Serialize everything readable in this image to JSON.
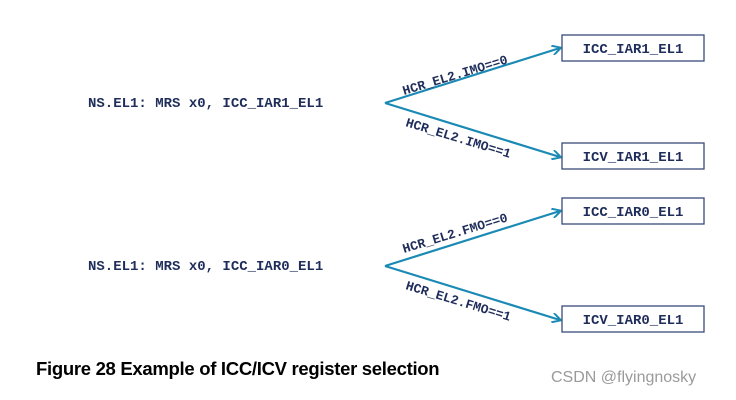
{
  "diagram": {
    "groups": [
      {
        "source": "NS.EL1: MRS x0, ICC_IAR1_EL1",
        "branches": [
          {
            "condition": "HCR_EL2.IMO==0",
            "target": "ICC_IAR1_EL1"
          },
          {
            "condition": "HCR_EL2.IMO==1",
            "target": "ICV_IAR1_EL1"
          }
        ]
      },
      {
        "source": "NS.EL1: MRS x0, ICC_IAR0_EL1",
        "branches": [
          {
            "condition": "HCR_EL2.FMO==0",
            "target": "ICC_IAR0_EL1"
          },
          {
            "condition": "HCR_EL2.FMO==1",
            "target": "ICV_IAR0_EL1"
          }
        ]
      }
    ],
    "colors": {
      "arrow": "#1a8ab5",
      "text": "#1f2d5a",
      "box_border": "#3a4a7a"
    }
  },
  "caption": "Figure 28 Example of ICC/ICV register selection",
  "watermark": "CSDN @flyingnosky"
}
